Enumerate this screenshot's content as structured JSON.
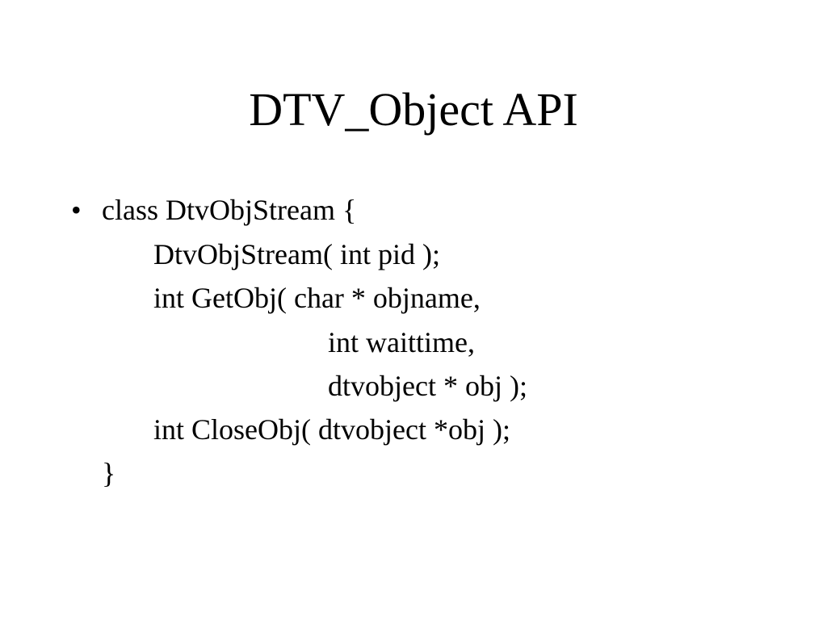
{
  "slide": {
    "title": "DTV_Object API",
    "bullet_glyph": "•",
    "code_lines": [
      "class DtvObjStream {",
      "DtvObjStream( int pid );",
      "int GetObj( char * objname,",
      "int waittime,",
      "dtvobject * obj );",
      "int CloseObj( dtvobject *obj );",
      "}"
    ]
  }
}
